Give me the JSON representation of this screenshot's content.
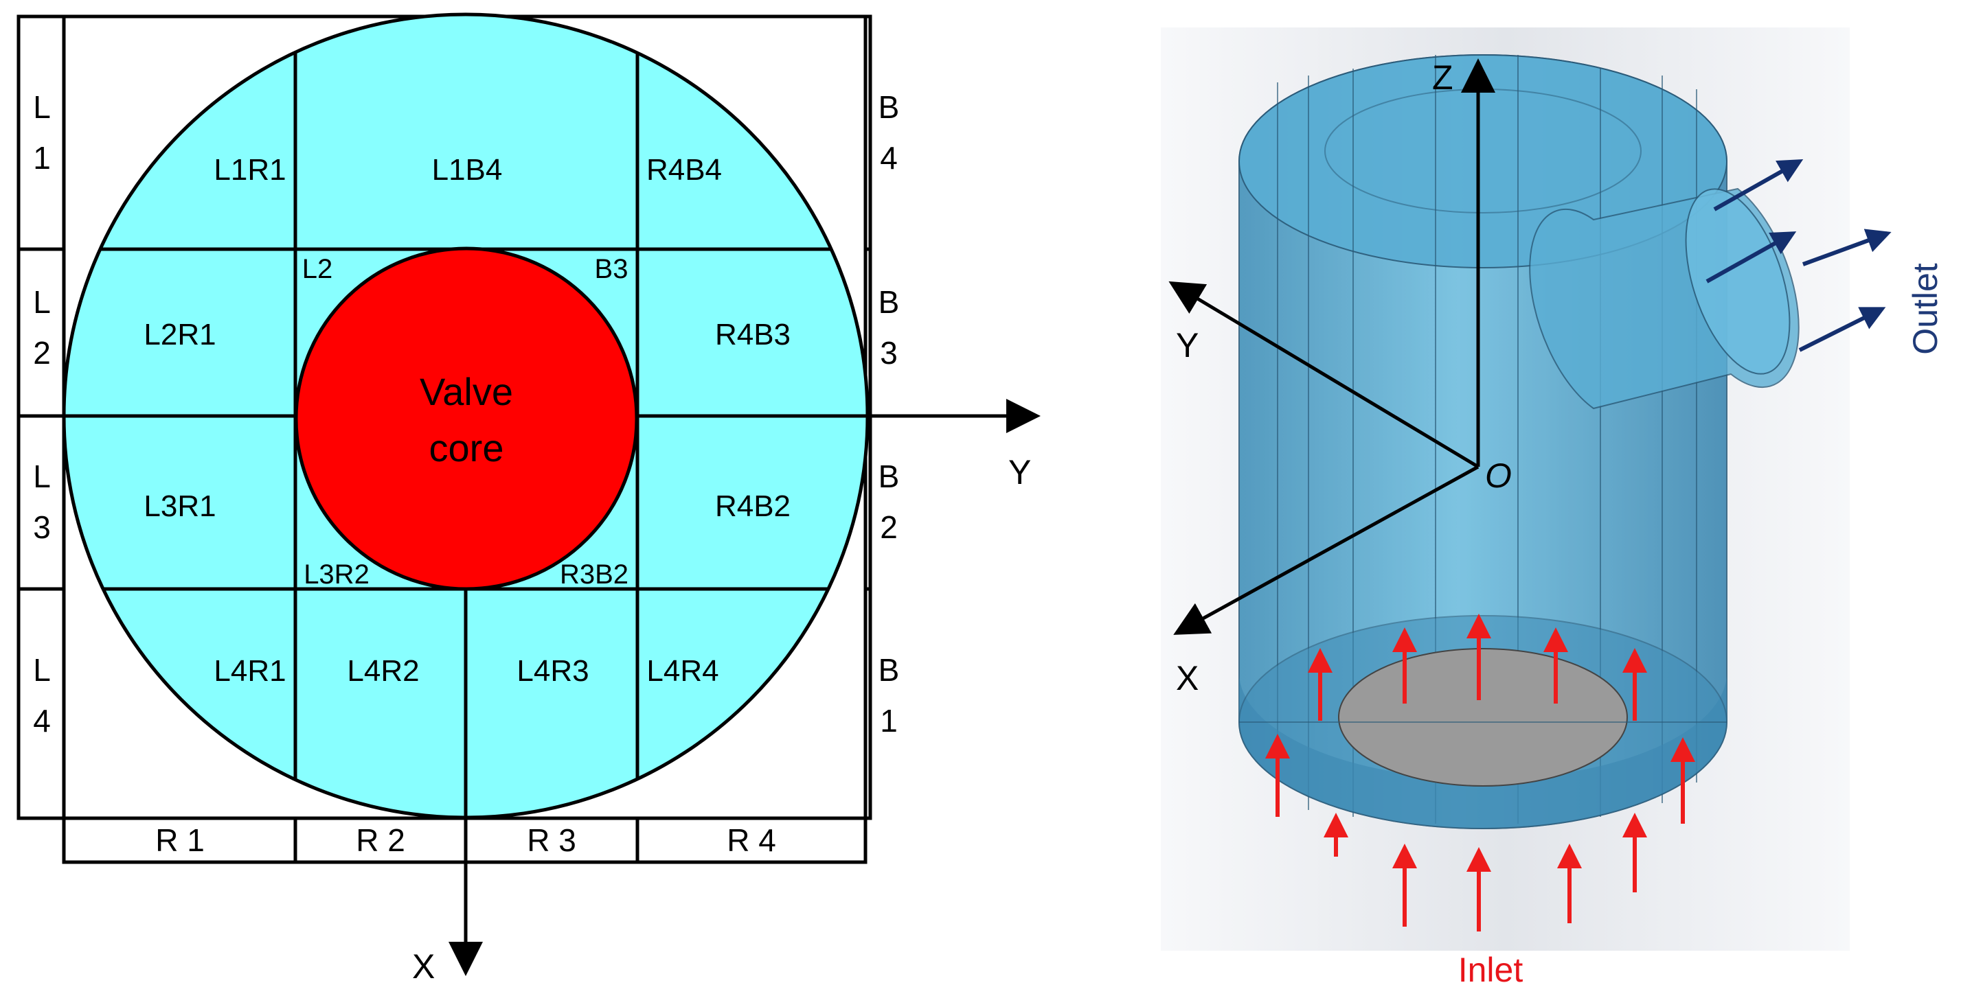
{
  "left_diagram": {
    "core_label_line1": "Valve",
    "core_label_line2": "core",
    "axis_y": "Y",
    "axis_x": "X",
    "left_strip": [
      [
        "L",
        "1"
      ],
      [
        "L",
        "2"
      ],
      [
        "L",
        "3"
      ],
      [
        "L",
        "4"
      ]
    ],
    "right_strip": [
      [
        "B",
        "4"
      ],
      [
        "B",
        "3"
      ],
      [
        "B",
        "2"
      ],
      [
        "B",
        "1"
      ]
    ],
    "bottom_strip": [
      "R 1",
      "R 2",
      "R 3",
      "R 4"
    ],
    "regions": {
      "L1R1": "L1R1",
      "L1B4": "L1B4",
      "R4B4": "R4B4",
      "L2R1": "L2R1",
      "R4B3": "R4B3",
      "L3R1": "L3R1",
      "R4B2": "R4B2",
      "L4R1": "L4R1",
      "L4R2": "L4R2",
      "L4R3": "L4R3",
      "L4R4": "L4R4",
      "L2": "L2",
      "B3": "B3",
      "L3R2": "L3R2",
      "R3B2": "R3B2"
    },
    "colors": {
      "fluid": "#88ffff",
      "core": "#ff0000",
      "line": "#000000"
    }
  },
  "right_diagram": {
    "axis_z": "Z",
    "axis_y": "Y",
    "axis_x": "X",
    "origin": "O",
    "outlet": "Outlet",
    "inlet": "Inlet",
    "colors": {
      "body": "#4a9ec4",
      "outlet_text": "#1f3a78",
      "inlet_text": "#e8141a",
      "arrow_out": "#142f6e",
      "arrow_in": "#ee1c1c",
      "disk": "#9a9a9a"
    }
  }
}
